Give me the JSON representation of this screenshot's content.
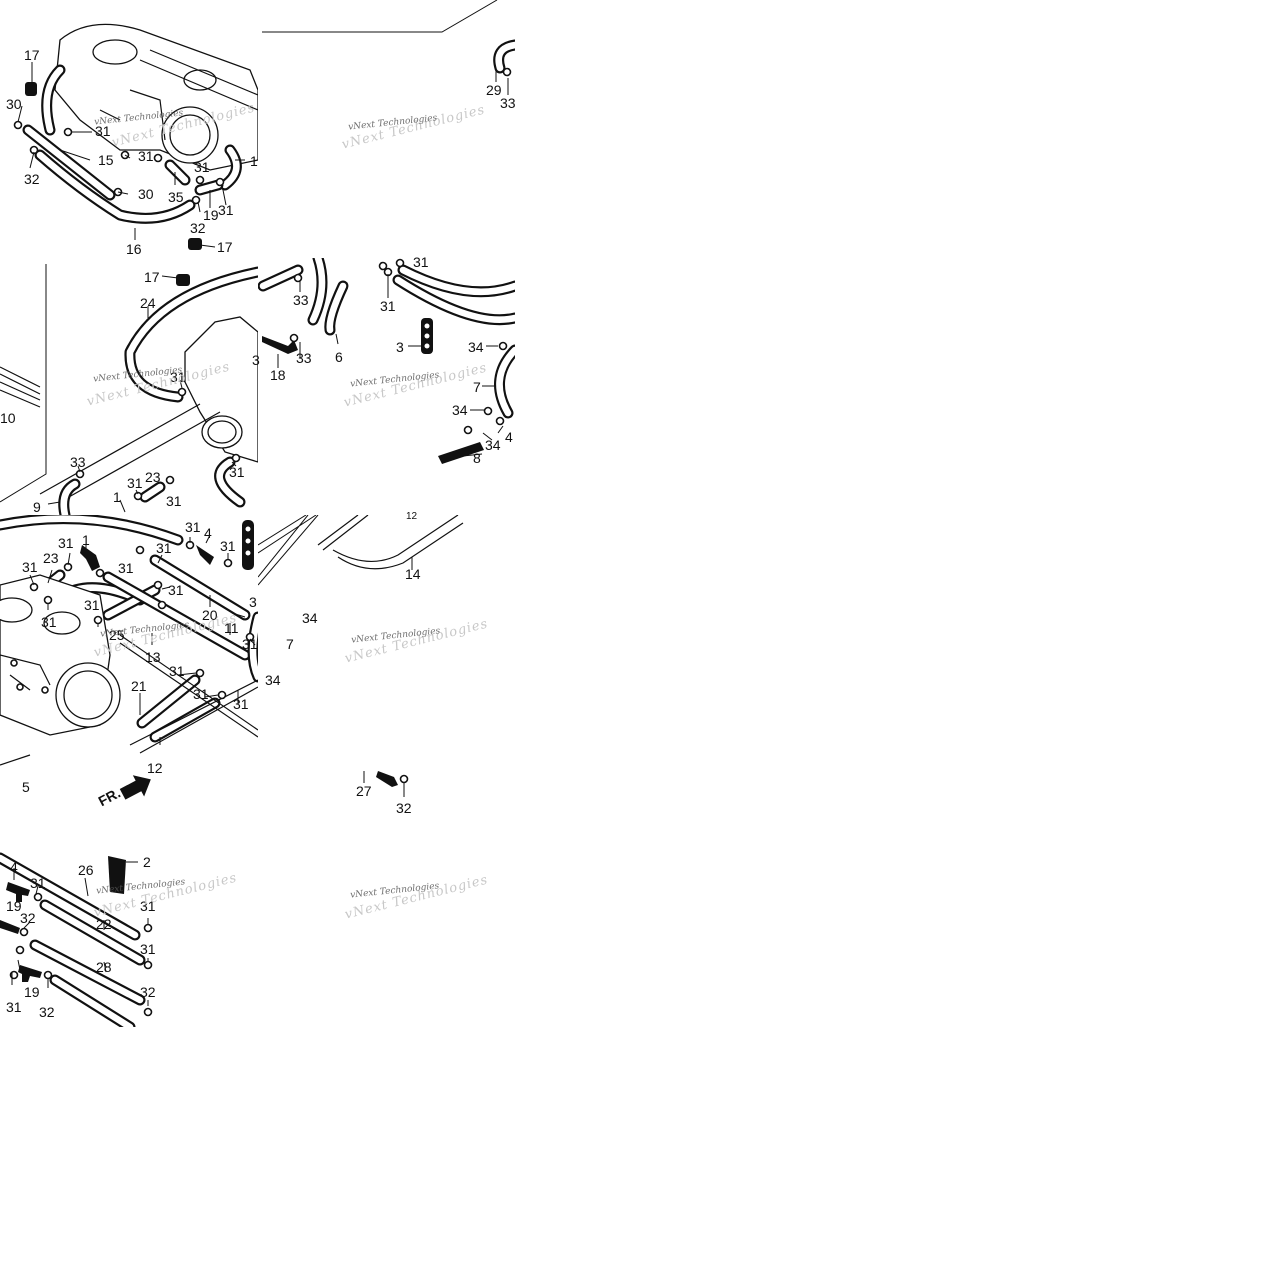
{
  "watermark": "vNext Technologies",
  "front_marker": "FR.",
  "tiles": [
    {
      "id": "tl",
      "labels": [
        "17",
        "30",
        "31",
        "15",
        "31",
        "31",
        "32",
        "30",
        "35",
        "19",
        "31",
        "32",
        "16",
        "17",
        "1"
      ]
    },
    {
      "id": "tr",
      "labels": [
        "29",
        "33"
      ]
    },
    {
      "id": "ml",
      "labels": [
        "17",
        "24",
        "3",
        "31",
        "10",
        "33",
        "9",
        "23",
        "31",
        "1",
        "31",
        "31"
      ]
    },
    {
      "id": "mr",
      "labels": [
        "31",
        "33",
        "31",
        "6",
        "3",
        "34",
        "33",
        "18",
        "7",
        "34",
        "34",
        "4",
        "8"
      ]
    },
    {
      "id": "cl",
      "labels": [
        "31",
        "4",
        "31",
        "1",
        "31",
        "31",
        "23",
        "31",
        "31",
        "31",
        "31",
        "20",
        "3",
        "34",
        "31",
        "25",
        "31",
        "11",
        "13",
        "31",
        "7",
        "21",
        "31",
        "34",
        "31",
        "12",
        "5"
      ]
    },
    {
      "id": "cr",
      "labels": [
        "12",
        "14",
        "27",
        "32"
      ]
    },
    {
      "id": "bl",
      "labels": [
        "2",
        "26",
        "4",
        "31",
        "31",
        "19",
        "22",
        "32",
        "31",
        "28",
        "19",
        "32",
        "31",
        "32"
      ]
    }
  ]
}
